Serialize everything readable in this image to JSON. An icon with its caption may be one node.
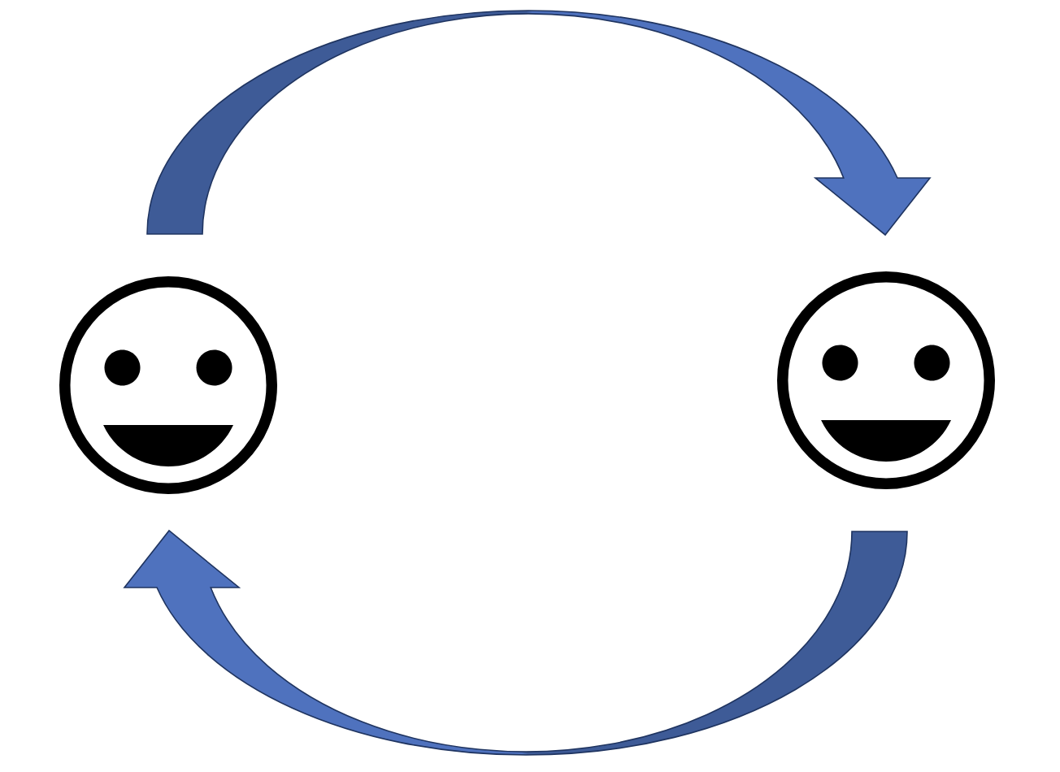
{
  "diagram": {
    "nodes": [
      {
        "text": [],
        "shape": "person"
      },
      {
        "text": [],
        "shape": "person"
      }
    ],
    "edges": [
      {
        "from": 0,
        "to": 1,
        "arrow": "to"
      },
      {
        "from": 1,
        "to": 0,
        "arrow": "to"
      }
    ]
  }
}
